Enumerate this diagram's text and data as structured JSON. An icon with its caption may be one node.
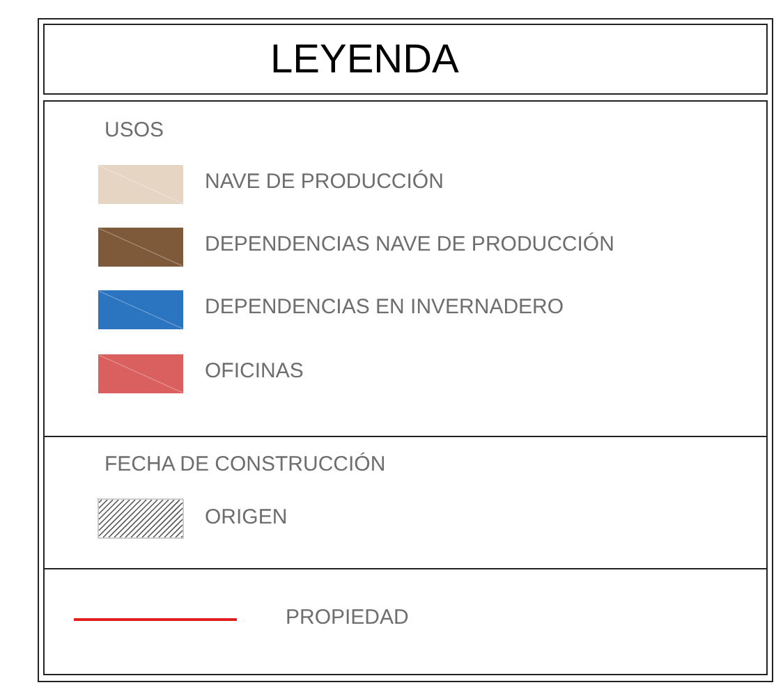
{
  "diagram": {
    "title": "LEYENDA",
    "labels": [
      "USOS",
      "FECHA DE CONSTRUCCIÓN"
    ],
    "legend": [
      {
        "text": "NAVE DE PRODUCCIÓN",
        "color": "#e6d5c3"
      },
      {
        "text": "DEPENDENCIAS NAVE DE PRODUCCIÓN",
        "color": "#7f5a3a"
      },
      {
        "text": "DEPENDENCIAS EN INVERNADERO",
        "color": "#2a74c0"
      },
      {
        "text": "OFICINAS",
        "color": "#d9605f"
      },
      {
        "text": "ORIGEN"
      },
      {
        "text": "PROPIEDAD"
      }
    ]
  }
}
